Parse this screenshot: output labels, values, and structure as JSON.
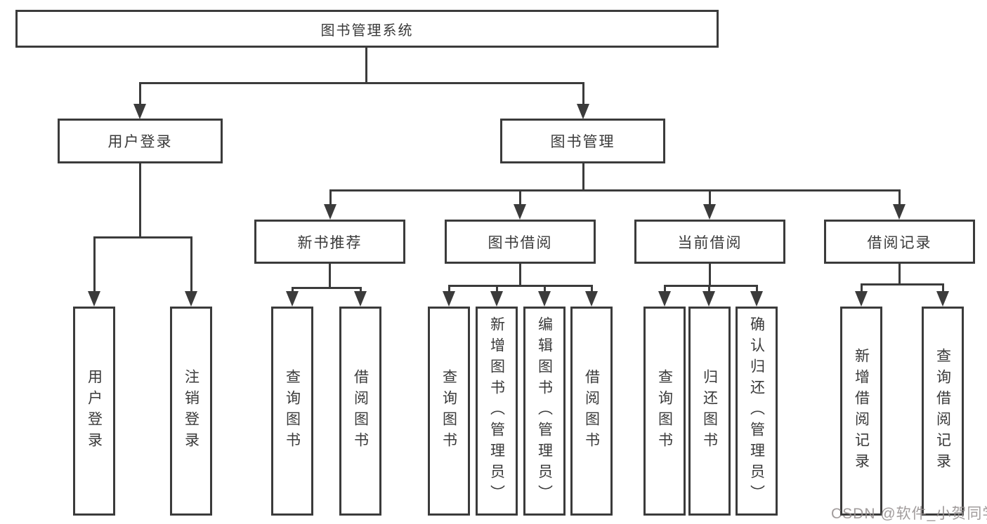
{
  "diagram_title": "图书管理系统",
  "tree": {
    "root": {
      "label": "图书管理系统"
    },
    "branches": [
      {
        "label": "用户登录",
        "children": [
          {
            "label": "用户登录"
          },
          {
            "label": "注销登录"
          }
        ]
      },
      {
        "label": "图书管理",
        "children": [
          {
            "label": "新书推荐",
            "children": [
              {
                "label": "查询图书"
              },
              {
                "label": "借阅图书"
              }
            ]
          },
          {
            "label": "图书借阅",
            "children": [
              {
                "label": "查询图书"
              },
              {
                "label": "新增图书（管理员）"
              },
              {
                "label": "编辑图书（管理员）"
              },
              {
                "label": "借阅图书"
              }
            ]
          },
          {
            "label": "当前借阅",
            "children": [
              {
                "label": "查询图书"
              },
              {
                "label": "归还图书"
              },
              {
                "label": "确认归还（管理员）"
              }
            ]
          },
          {
            "label": "借阅记录",
            "children": [
              {
                "label": "新增借阅记录"
              },
              {
                "label": "查询借阅记录"
              }
            ]
          }
        ]
      }
    ]
  },
  "watermark": {
    "text": "CSDN @软件_小贺同学"
  },
  "colors": {
    "line": "#3b3b3b",
    "text": "#3a3a3a",
    "background": "#ffffff",
    "watermark": "#948e8e"
  }
}
